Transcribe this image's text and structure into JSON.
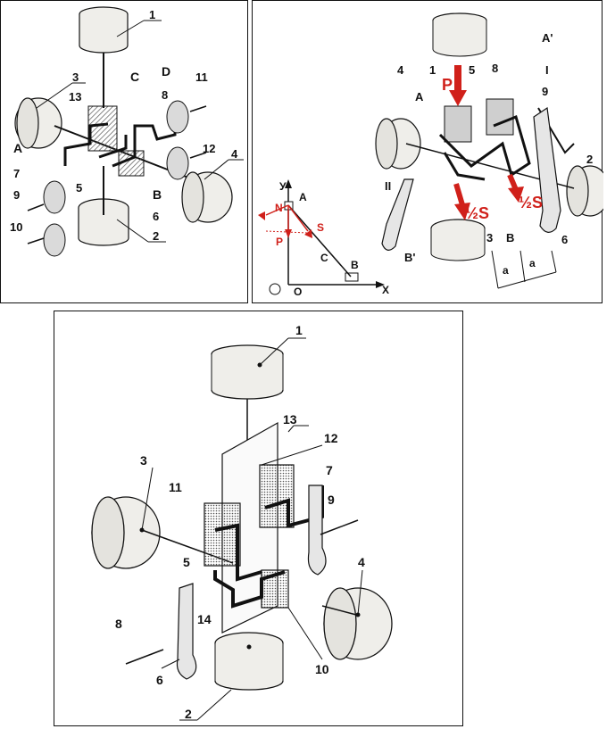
{
  "panels": {
    "top_left": {
      "labels": {
        "n1": "1",
        "n2": "2",
        "n3": "3",
        "n4": "4",
        "n5": "5",
        "n6": "6",
        "n7": "7",
        "n8": "8",
        "n9": "9",
        "n10": "10",
        "n11": "11",
        "n12": "12",
        "n13": "13",
        "A": "А",
        "B": "В",
        "C": "С",
        "D": "D"
      }
    },
    "top_right": {
      "labels": {
        "n1": "1",
        "n2": "2",
        "n3": "3",
        "n4": "4",
        "n5": "5",
        "n6": "6",
        "n8": "8",
        "n9": "9",
        "A": "А",
        "A_prime": "А'",
        "B": "В",
        "B_prime": "В'",
        "roman_I": "I",
        "roman_II": "II",
        "P": "P",
        "half_S_left": "½S",
        "half_S_right": "½S",
        "a1": "a",
        "a2": "a"
      },
      "inset": {
        "y": "У",
        "x": "X",
        "o": "O",
        "A": "А",
        "B": "В",
        "C": "С",
        "N": "N",
        "S": "S",
        "P": "P"
      }
    },
    "bottom": {
      "labels": {
        "n1": "1",
        "n2": "2",
        "n3": "3",
        "n4": "4",
        "n5": "5",
        "n6": "6",
        "n7": "7",
        "n8": "8",
        "n9": "9",
        "n10": "10",
        "n11": "11",
        "n12": "12",
        "n13": "13",
        "n14": "14"
      }
    }
  },
  "colors": {
    "line": "#111111",
    "red": "#d0201a",
    "mass_fill": "#efeeea",
    "gray": "#bdbdbd"
  }
}
